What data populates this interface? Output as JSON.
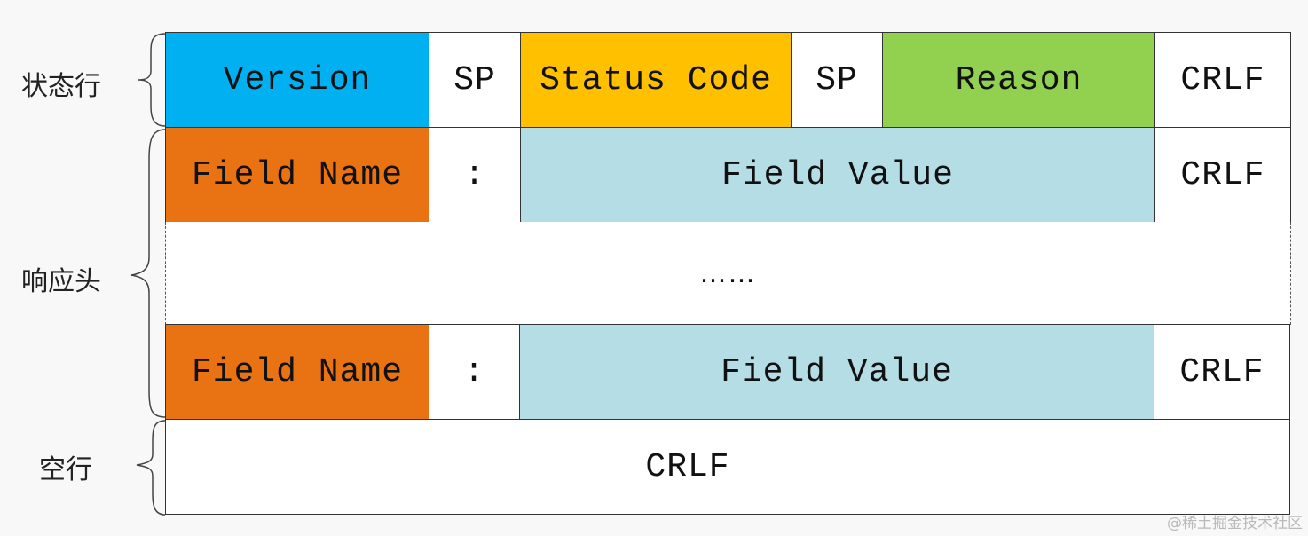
{
  "groups": {
    "status_line": "状态行",
    "headers": "响应头",
    "blank_line": "空行"
  },
  "status_line": {
    "version": "Version",
    "sp1": "SP",
    "status_code": "Status Code",
    "sp2": "SP",
    "reason": "Reason",
    "crlf": "CRLF"
  },
  "header_rows": [
    {
      "name": "Field Name",
      "sep": ":",
      "value": "Field Value",
      "crlf": "CRLF"
    },
    {
      "name": "Field Name",
      "sep": ":",
      "value": "Field Value",
      "crlf": "CRLF"
    }
  ],
  "ellipsis": "……",
  "blank_line": {
    "crlf": "CRLF"
  },
  "watermark": "@稀土掘金技术社区",
  "colors": {
    "version": "#00b0f0",
    "status_code": "#ffc000",
    "reason": "#92d050",
    "field_name": "#e97212",
    "field_value": "#b4dde6",
    "plain": "#ffffff"
  }
}
